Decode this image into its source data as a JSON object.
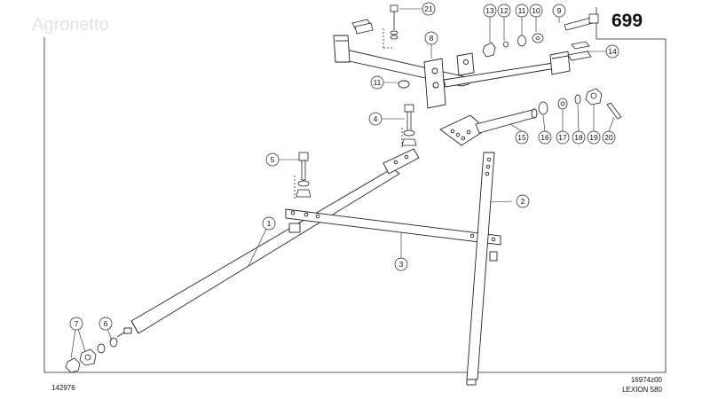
{
  "watermark": "Agronetto",
  "page_number": "699",
  "ref_left": "142976",
  "ref_right_1": "16974z00",
  "ref_right_2": "LEXION 580",
  "callouts": {
    "c1": "1",
    "c2": "2",
    "c3": "3",
    "c4": "4",
    "c5": "5",
    "c6": "6",
    "c7": "7",
    "c8": "8",
    "c9": "9",
    "c10": "10",
    "c11a": "11",
    "c11b": "11",
    "c12": "12",
    "c13": "13",
    "c14": "14",
    "c15": "15",
    "c16": "16",
    "c17": "17",
    "c18": "18",
    "c19": "19",
    "c20": "20",
    "c21": "21"
  }
}
